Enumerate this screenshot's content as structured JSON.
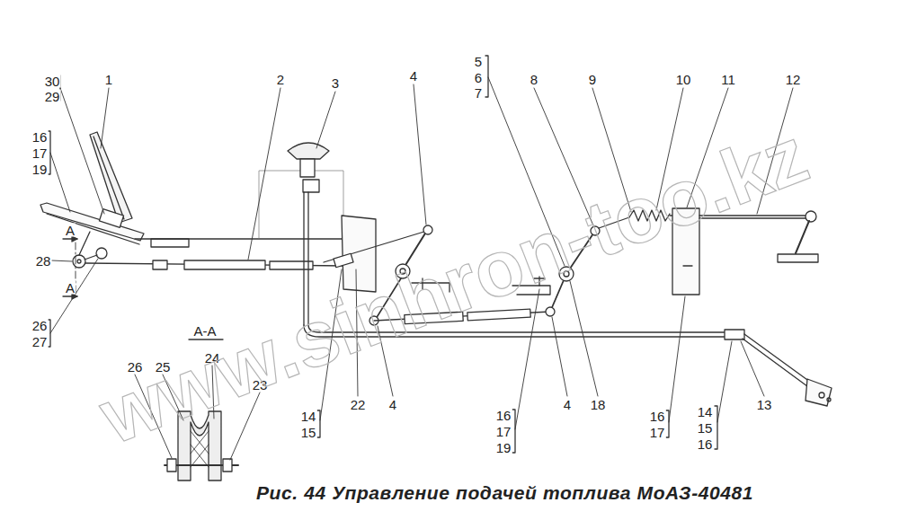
{
  "diagram": {
    "caption": "Рис. 44 Управление подачей топлива МоАЗ-40481",
    "labels": [
      "30",
      "29",
      "1",
      "2",
      "3",
      "4",
      "5",
      "6",
      "7",
      "8",
      "9",
      "10",
      "11",
      "12",
      "16",
      "17",
      "19",
      "А",
      "28",
      "А",
      "26",
      "27",
      "А-А",
      "26",
      "25",
      "24",
      "23",
      "14",
      "15",
      "22",
      "4",
      "16",
      "17",
      "19",
      "4",
      "18",
      "16",
      "17",
      "14",
      "15",
      "16",
      "13",
      "www.sinhron-too.kz"
    ]
  }
}
